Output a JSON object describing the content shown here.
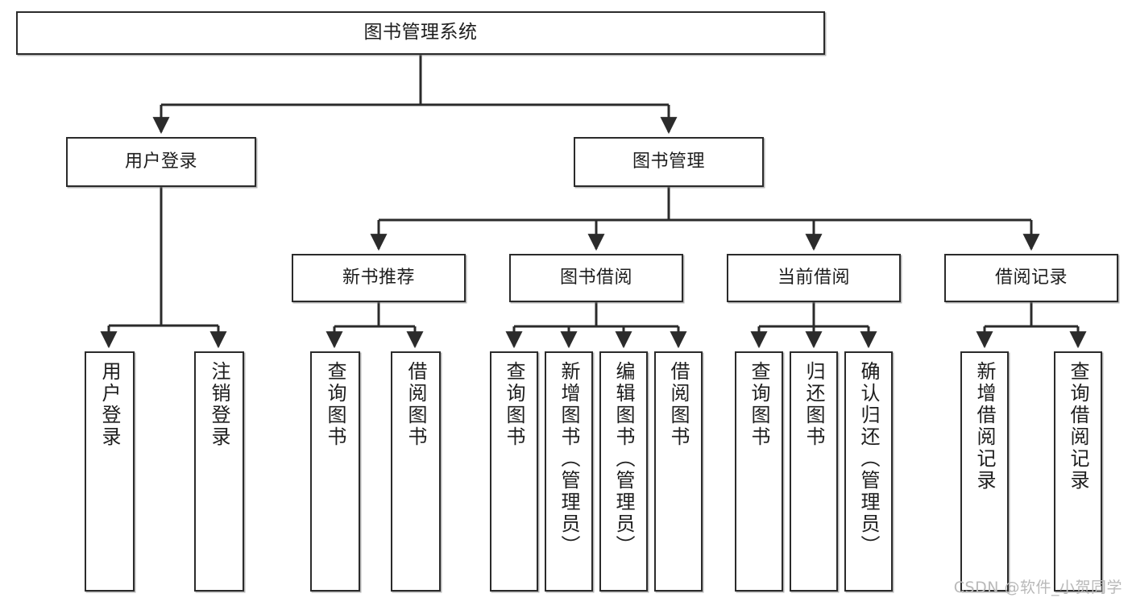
{
  "diagram": {
    "title": "图书管理系统",
    "type": "tree-hierarchy",
    "watermark": "CSDN @软件_小贺同学",
    "colors": {
      "node_border": "#2b2b2b",
      "node_fill": "#ffffff",
      "edge": "#2b2b2b",
      "text": "#1d1d1d",
      "watermark": "#b9b9b9",
      "background": "#ffffff"
    }
  },
  "nodes": {
    "root": {
      "label": "图书管理系统"
    },
    "level2": [
      {
        "id": "user-login",
        "label": "用户登录"
      },
      {
        "id": "book-manage",
        "label": "图书管理"
      }
    ],
    "level3": [
      {
        "id": "new-book-recommend",
        "label": "新书推荐"
      },
      {
        "id": "book-borrow",
        "label": "图书借阅"
      },
      {
        "id": "current-borrow",
        "label": "当前借阅"
      },
      {
        "id": "borrow-record",
        "label": "借阅记录"
      }
    ],
    "leaves": {
      "user_login": [
        {
          "id": "leaf-user-login",
          "label": "用户登录"
        },
        {
          "id": "leaf-logout",
          "label": "注销登录"
        }
      ],
      "new_book_recommend": [
        {
          "id": "leaf-query-book-1",
          "label": "查询图书"
        },
        {
          "id": "leaf-borrow-book-1",
          "label": "借阅图书"
        }
      ],
      "book_borrow": [
        {
          "id": "leaf-query-book-2",
          "label": "查询图书"
        },
        {
          "id": "leaf-add-book",
          "label": "新增图书（管理员）"
        },
        {
          "id": "leaf-edit-book",
          "label": "编辑图书（管理员）"
        },
        {
          "id": "leaf-borrow-book-2",
          "label": "借阅图书"
        }
      ],
      "current_borrow": [
        {
          "id": "leaf-query-book-3",
          "label": "查询图书"
        },
        {
          "id": "leaf-return-book",
          "label": "归还图书"
        },
        {
          "id": "leaf-confirm-return",
          "label": "确认归还（管理员）"
        }
      ],
      "borrow_record": [
        {
          "id": "leaf-add-record",
          "label": "新增借阅记录"
        },
        {
          "id": "leaf-query-record",
          "label": "查询借阅记录"
        }
      ]
    }
  }
}
